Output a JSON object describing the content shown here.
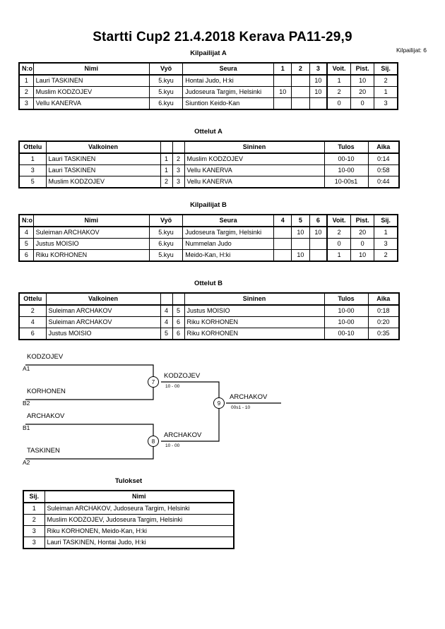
{
  "header": {
    "title": "Startti Cup2  21.4.2018  Kerava   PA11-29,9",
    "competitors_label": "Kilpailijat: 6"
  },
  "pool_a": {
    "caption": "Kilpailijat A",
    "columns": [
      "N:o",
      "Nimi",
      "Vyö",
      "Seura",
      "1",
      "2",
      "3",
      "Voit.",
      "Pist.",
      "Sij."
    ],
    "rows": [
      {
        "no": "1",
        "name": "Lauri TASKINEN",
        "belt": "5.kyu",
        "club": "Hontai Judo, H:ki",
        "m1": "",
        "m2": "",
        "m3": "10",
        "wins": "1",
        "points": "10",
        "rank": "2"
      },
      {
        "no": "2",
        "name": "Muslim KODZOJEV",
        "belt": "5.kyu",
        "club": "Judoseura Targim, Helsinki",
        "m1": "10",
        "m2": "",
        "m3": "10",
        "wins": "2",
        "points": "20",
        "rank": "1"
      },
      {
        "no": "3",
        "name": "Vellu KANERVA",
        "belt": "6.kyu",
        "club": "Siuntion Keido-Kan",
        "m1": "",
        "m2": "",
        "m3": "",
        "wins": "0",
        "points": "0",
        "rank": "3"
      }
    ]
  },
  "matches_a": {
    "caption": "Ottelut A",
    "columns": [
      "Ottelu",
      "Valkoinen",
      "",
      "",
      "Sininen",
      "Tulos",
      "Aika"
    ],
    "rows": [
      {
        "no": "1",
        "white": "Lauri TASKINEN",
        "wn": "1",
        "bn": "2",
        "blue": "Muslim KODZOJEV",
        "result": "00-10",
        "time": "0:14"
      },
      {
        "no": "3",
        "white": "Lauri TASKINEN",
        "wn": "1",
        "bn": "3",
        "blue": "Vellu KANERVA",
        "result": "10-00",
        "time": "0:58"
      },
      {
        "no": "5",
        "white": "Muslim KODZOJEV",
        "wn": "2",
        "bn": "3",
        "blue": "Vellu KANERVA",
        "result": "10-00s1",
        "time": "0:44"
      }
    ]
  },
  "pool_b": {
    "caption": "Kilpailijat B",
    "columns": [
      "N:o",
      "Nimi",
      "Vyö",
      "Seura",
      "4",
      "5",
      "6",
      "Voit.",
      "Pist.",
      "Sij."
    ],
    "rows": [
      {
        "no": "4",
        "name": "Suleiman ARCHAKOV",
        "belt": "5.kyu",
        "club": "Judoseura Targim, Helsinki",
        "m1": "",
        "m2": "10",
        "m3": "10",
        "wins": "2",
        "points": "20",
        "rank": "1"
      },
      {
        "no": "5",
        "name": "Justus MOISIO",
        "belt": "6.kyu",
        "club": "Nummelan Judo",
        "m1": "",
        "m2": "",
        "m3": "",
        "wins": "0",
        "points": "0",
        "rank": "3"
      },
      {
        "no": "6",
        "name": "Riku KORHONEN",
        "belt": "5.kyu",
        "club": "Meido-Kan, H:ki",
        "m1": "",
        "m2": "10",
        "m3": "",
        "wins": "1",
        "points": "10",
        "rank": "2"
      }
    ]
  },
  "matches_b": {
    "caption": "Ottelut B",
    "columns": [
      "Ottelu",
      "Valkoinen",
      "",
      "",
      "Sininen",
      "Tulos",
      "Aika"
    ],
    "rows": [
      {
        "no": "2",
        "white": "Suleiman ARCHAKOV",
        "wn": "4",
        "bn": "5",
        "blue": "Justus MOISIO",
        "result": "10-00",
        "time": "0:18"
      },
      {
        "no": "4",
        "white": "Suleiman ARCHAKOV",
        "wn": "4",
        "bn": "6",
        "blue": "Riku KORHONEN",
        "result": "10-00",
        "time": "0:20"
      },
      {
        "no": "6",
        "white": "Justus MOISIO",
        "wn": "5",
        "bn": "6",
        "blue": "Riku KORHONEN",
        "result": "00-10",
        "time": "0:35"
      }
    ]
  },
  "bracket": {
    "entrants": [
      {
        "name": "KODZOJEV",
        "seed": "A1"
      },
      {
        "name": "KORHONEN",
        "seed": "B2"
      },
      {
        "name": "ARCHAKOV",
        "seed": "B1"
      },
      {
        "name": "TASKINEN",
        "seed": "A2"
      }
    ],
    "semifinals": [
      {
        "number": "7",
        "winner": "KODZOJEV",
        "score": "10 - 00"
      },
      {
        "number": "8",
        "winner": "ARCHAKOV",
        "score": "10 - 00"
      }
    ],
    "final": {
      "number": "9",
      "winner": "ARCHAKOV",
      "score": "00s1 - 10"
    }
  },
  "results": {
    "caption": "Tulokset",
    "columns": [
      "Sij.",
      "Nimi"
    ],
    "rows": [
      {
        "rank": "1",
        "name": "Suleiman ARCHAKOV, Judoseura Targim, Helsinki"
      },
      {
        "rank": "2",
        "name": "Muslim KODZOJEV, Judoseura Targim, Helsinki"
      },
      {
        "rank": "3",
        "name": "Riku KORHONEN, Meido-Kan, H:ki"
      },
      {
        "rank": "3",
        "name": "Lauri TASKINEN, Hontai Judo, H:ki"
      }
    ]
  }
}
